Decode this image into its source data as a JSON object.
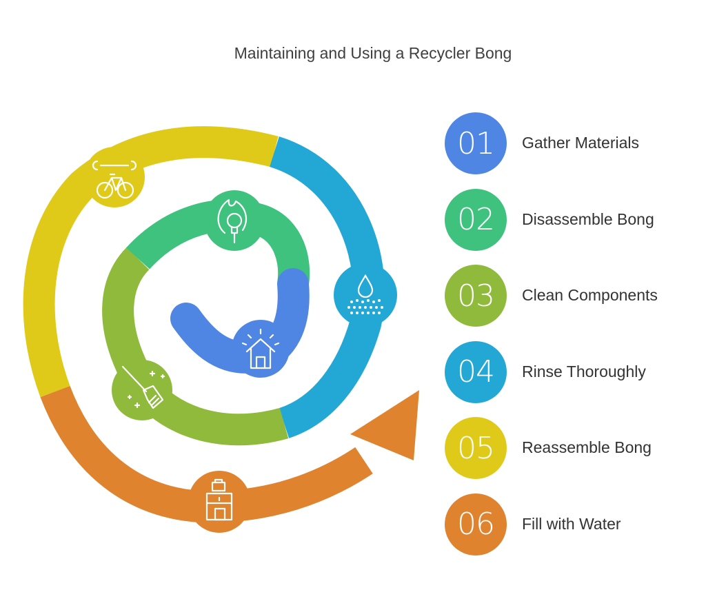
{
  "title": "Maintaining and Using a Recycler Bong",
  "colors": {
    "blue_dark": "#4f86e3",
    "green": "#3fc27e",
    "lime": "#8fba3b",
    "blue_light": "#23a8d6",
    "yellow": "#dfca1a",
    "orange": "#e0832f"
  },
  "steps": [
    {
      "number": "01",
      "label": "Gather Materials",
      "color": "#4f86e3",
      "icon": "house-icon"
    },
    {
      "number": "02",
      "label": "Disassemble Bong",
      "color": "#3fc27e",
      "icon": "lightbulb-flame-icon"
    },
    {
      "number": "03",
      "label": "Clean Components",
      "color": "#8fba3b",
      "icon": "broom-sparkle-icon"
    },
    {
      "number": "04",
      "label": "Rinse Thoroughly",
      "color": "#23a8d6",
      "icon": "water-drop-spray-icon"
    },
    {
      "number": "05",
      "label": "Reassemble Bong",
      "color": "#dfca1a",
      "icon": "wrench-bicycle-icon"
    },
    {
      "number": "06",
      "label": "Fill with Water",
      "color": "#e0832f",
      "icon": "water-cooler-icon"
    }
  ]
}
